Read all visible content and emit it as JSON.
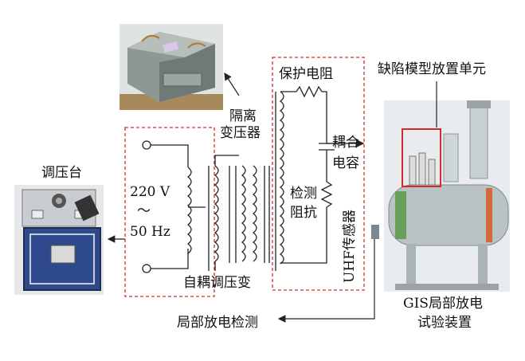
{
  "labels": {
    "isolation_transformer_line1": "隔离",
    "isolation_transformer_line2": "变压器",
    "protection_resistor": "保护电阻",
    "coupling_capacitor_line1": "耦合",
    "coupling_capacitor_line2": "电容",
    "detection_impedance_line1": "检测",
    "detection_impedance_line2": "阻抗",
    "uhf_sensor": "UHF传感器",
    "defect_unit": "缺陷模型放置单元",
    "voltage_console": "调压台",
    "source_voltage": "220 V",
    "source_tilde": "～",
    "source_freq": "50 Hz",
    "autotransformer": "自耦调压变",
    "pd_detection": "局部放电检测",
    "gis_device_line1": "GIS局部放电",
    "gis_device_line2": "试验装置"
  },
  "colors": {
    "dashed_box": "#d42a2a",
    "line": "#222222",
    "gis_body": "#b9c3c5",
    "console_body": "#2f4a8c"
  }
}
